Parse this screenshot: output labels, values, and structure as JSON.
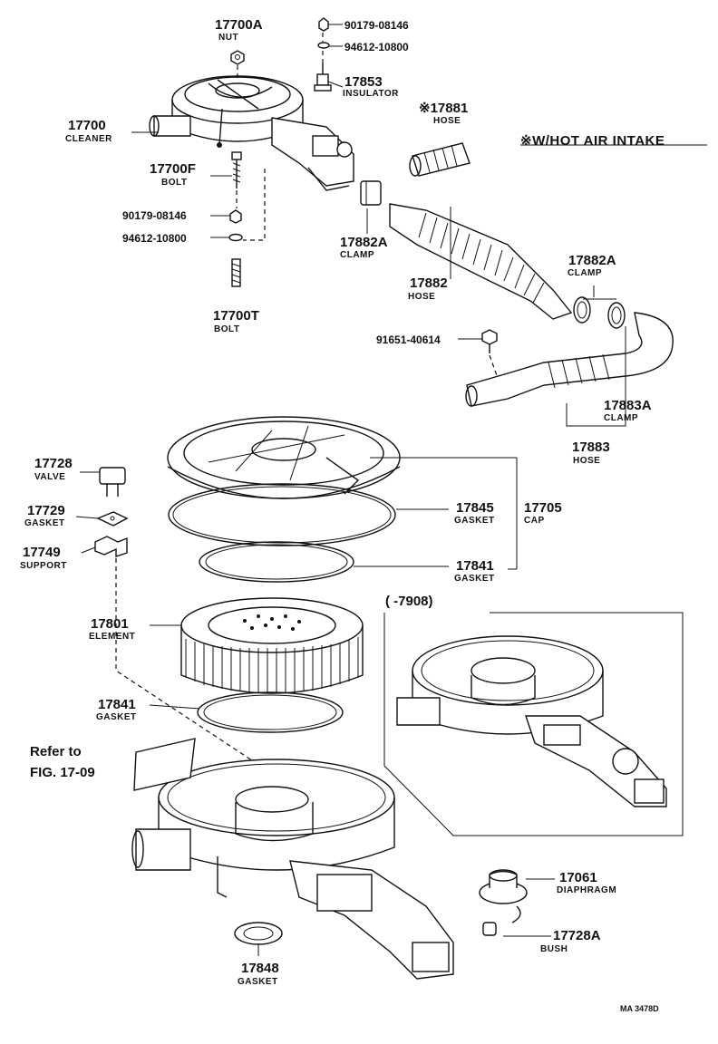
{
  "diagram": {
    "note_hot_air": "※W/HOT AIR INTAKE",
    "range_label": "(      -7908)",
    "refer_to": [
      "Refer to",
      "FIG. 17-09"
    ],
    "code": "MA 3478D",
    "parts": {
      "p17700A": {
        "num": "17700A",
        "name": "NUT"
      },
      "p90179_top": {
        "num": "90179-08146"
      },
      "p94612_top": {
        "num": "94612-10800"
      },
      "p17853": {
        "num": "17853",
        "name": "INSULATOR"
      },
      "p17881": {
        "num": "※17881",
        "name": "HOSE"
      },
      "p17700": {
        "num": "17700",
        "name": "CLEANER"
      },
      "p17700F": {
        "num": "17700F",
        "name": "BOLT"
      },
      "p90179_mid": {
        "num": "90179-08146"
      },
      "p94612_mid": {
        "num": "94612-10800"
      },
      "p17700T": {
        "num": "17700T",
        "name": "BOLT"
      },
      "p17882A_l": {
        "num": "17882A",
        "name": "CLAMP"
      },
      "p17882": {
        "num": "17882",
        "name": "HOSE"
      },
      "p17882A_r": {
        "num": "17882A",
        "name": "CLAMP"
      },
      "p91651": {
        "num": "91651-40614"
      },
      "p17883A": {
        "num": "17883A",
        "name": "CLAMP"
      },
      "p17883": {
        "num": "17883",
        "name": "HOSE"
      },
      "p17728": {
        "num": "17728",
        "name": "VALVE"
      },
      "p17729": {
        "num": "17729",
        "name": "GASKET"
      },
      "p17749": {
        "num": "17749",
        "name": "SUPPORT"
      },
      "p17845": {
        "num": "17845",
        "name": "GASKET"
      },
      "p17705": {
        "num": "17705",
        "name": "CAP"
      },
      "p17841_top": {
        "num": "17841",
        "name": "GASKET"
      },
      "p17801": {
        "num": "17801",
        "name": "ELEMENT"
      },
      "p17841_bot": {
        "num": "17841",
        "name": "GASKET"
      },
      "p17061": {
        "num": "17061",
        "name": "DIAPHRAGM"
      },
      "p17728A": {
        "num": "17728A",
        "name": "BUSH"
      },
      "p17848": {
        "num": "17848",
        "name": "GASKET"
      }
    }
  }
}
